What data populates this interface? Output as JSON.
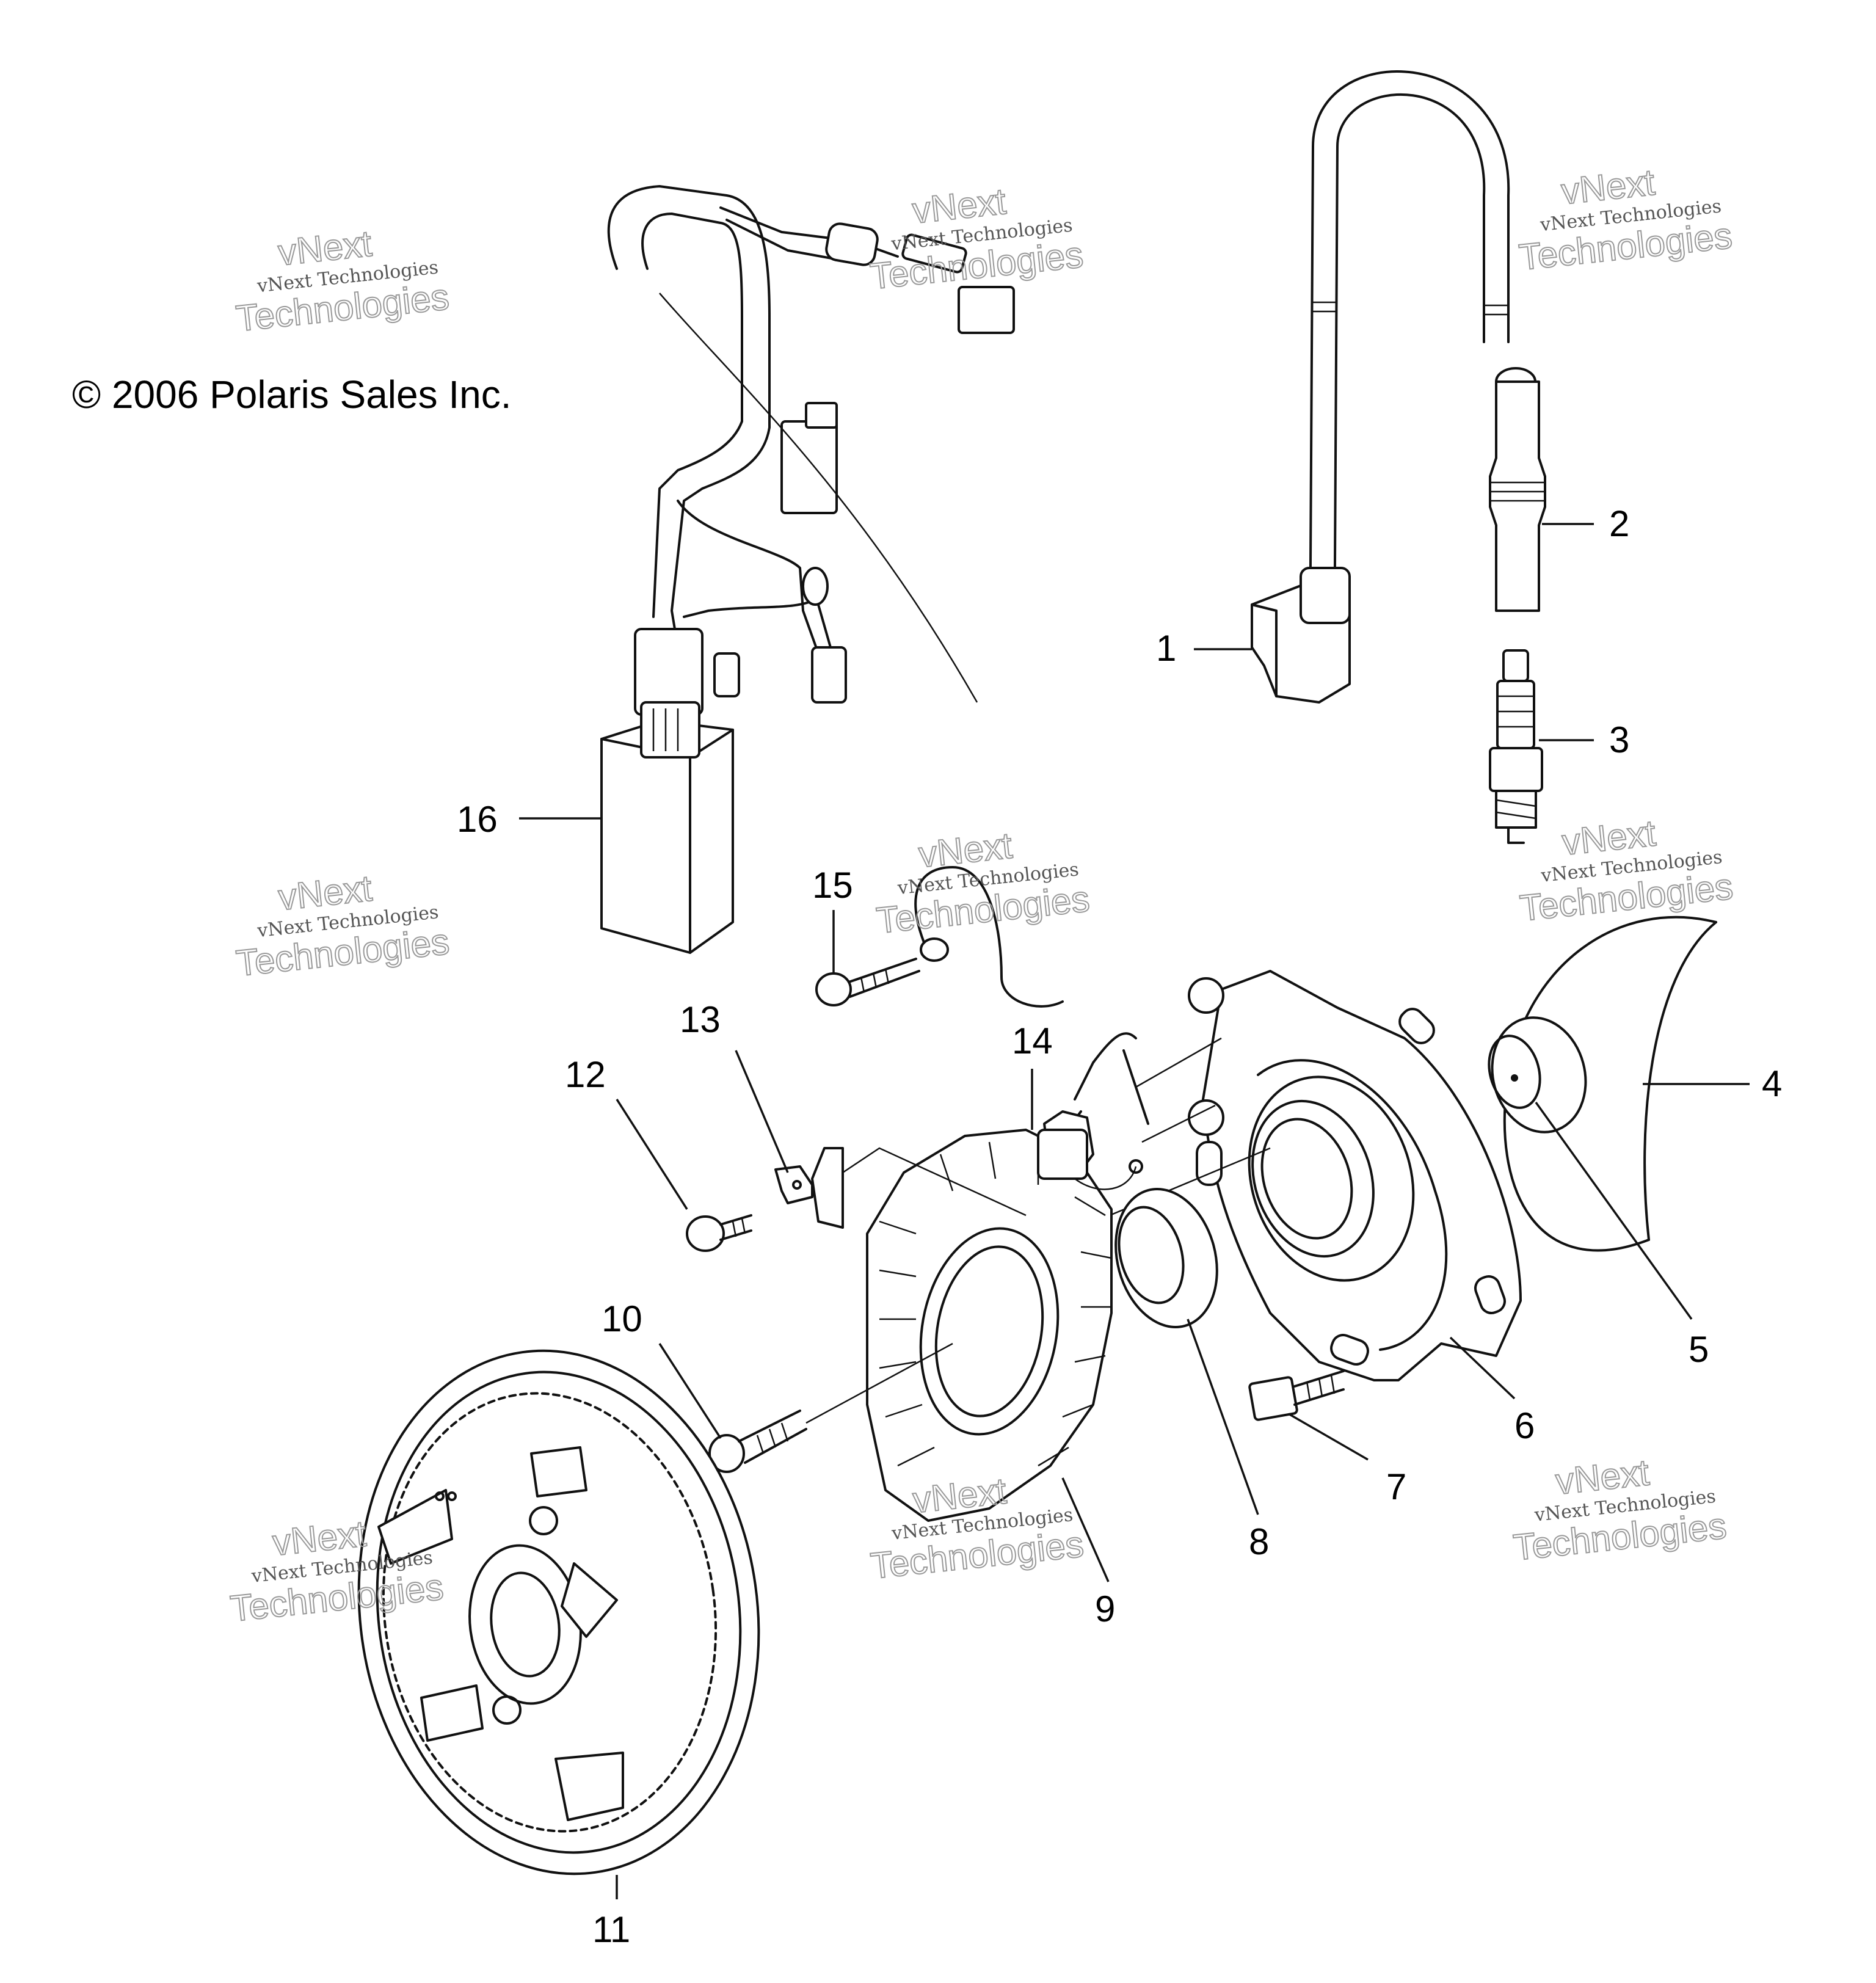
{
  "copyright": "© 2006 Polaris Sales Inc.",
  "watermark": {
    "line1": "vNext Technologies",
    "line2": "Technologies",
    "line3": "vNext"
  },
  "callouts": [
    "1",
    "2",
    "3",
    "4",
    "5",
    "6",
    "7",
    "8",
    "9",
    "10",
    "11",
    "12",
    "13",
    "14",
    "15",
    "16"
  ],
  "colors": {
    "ink": "#111111",
    "background": "#ffffff",
    "watermark": "#999999"
  }
}
